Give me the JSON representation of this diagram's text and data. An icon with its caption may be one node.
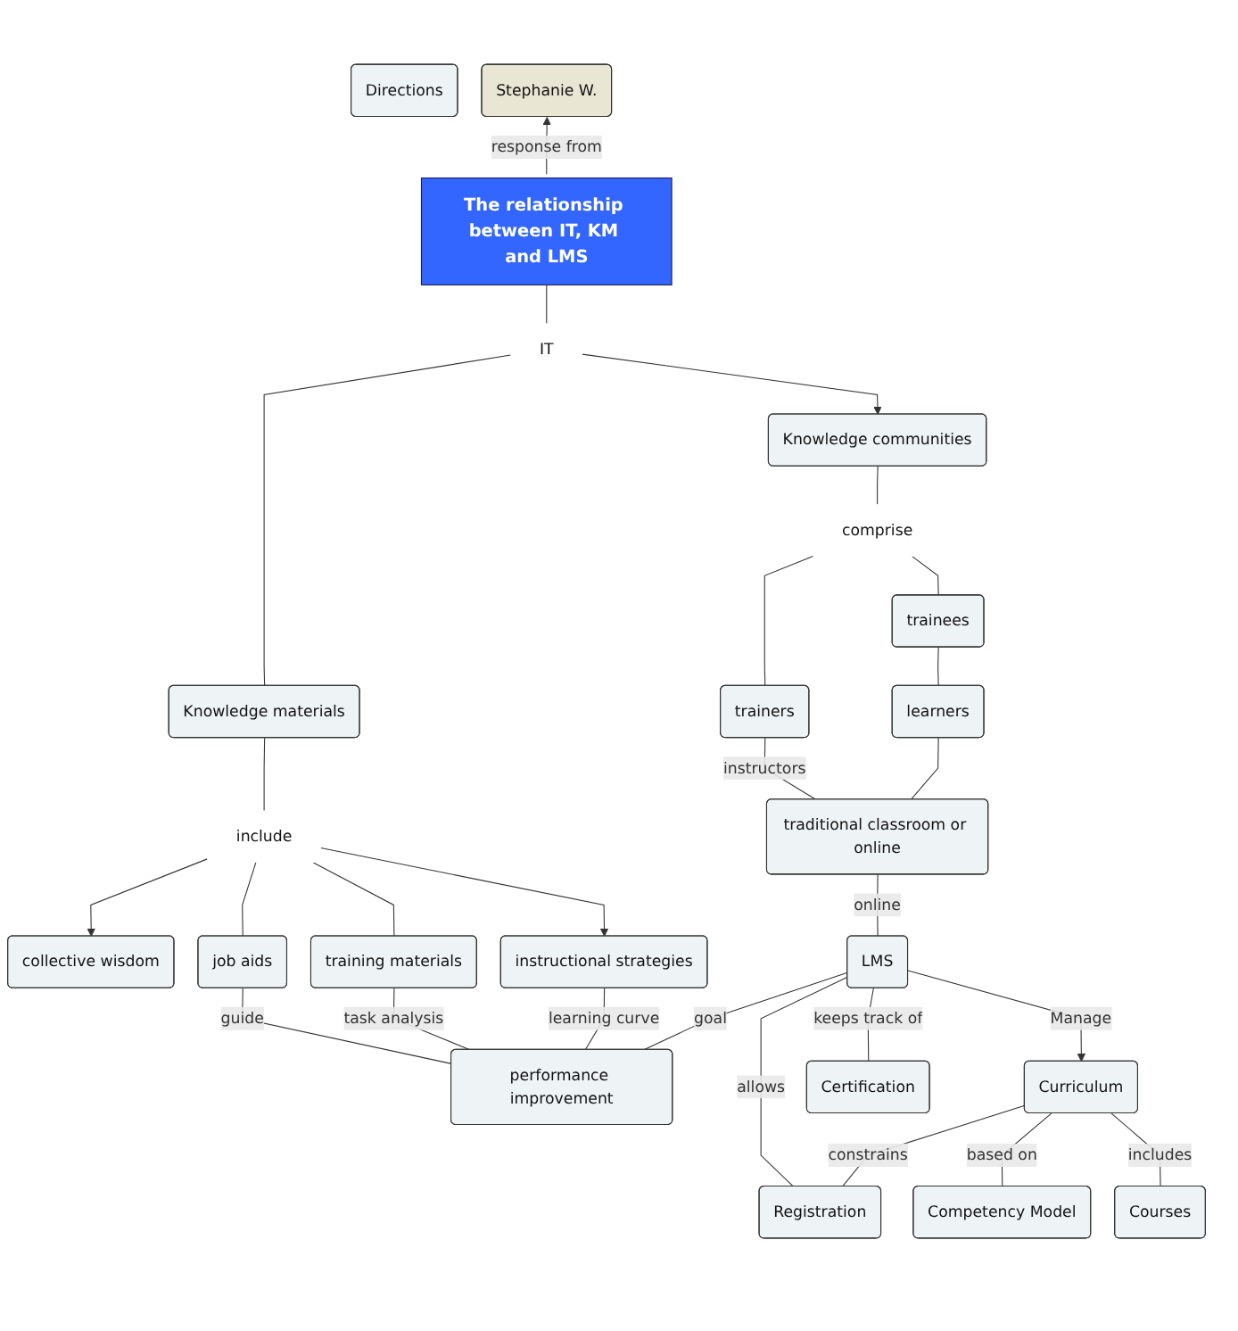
{
  "diagram": {
    "nodes": [
      {
        "text": [
          "Directions"
        ]
      },
      {
        "text": [
          "Stephanie W."
        ]
      },
      {
        "text": [
          "The relationship between IT, KM and LMS"
        ]
      },
      {
        "text": [
          "IT"
        ]
      },
      {
        "text": [
          "Knowledge communities"
        ]
      },
      {
        "text": [
          "Knowledge materials"
        ]
      },
      {
        "text": [
          "comprise"
        ]
      },
      {
        "text": [
          "include"
        ]
      },
      {
        "text": [
          "collective wisdom"
        ]
      },
      {
        "text": [
          "instructional strategies"
        ]
      },
      {
        "text": [
          "job aids"
        ]
      },
      {
        "text": [
          "training materials"
        ]
      },
      {
        "text": [
          "trainees"
        ]
      },
      {
        "text": [
          "trainers"
        ]
      },
      {
        "text": [
          "learners"
        ]
      },
      {
        "text": [
          "traditional classroom or online"
        ]
      },
      {
        "text": [
          "performance improvement"
        ]
      },
      {
        "text": [
          "LMS"
        ]
      },
      {
        "text": [
          "Curriculum"
        ]
      },
      {
        "text": [
          "Certification"
        ]
      },
      {
        "text": [
          "Registration"
        ]
      },
      {
        "text": [
          "Courses"
        ]
      },
      {
        "text": [
          "Competency Model"
        ]
      }
    ],
    "edges": [
      {
        "from": 2,
        "to": 1,
        "label": "response from",
        "arrow": "to"
      },
      {
        "from": 2,
        "to": 3,
        "arrow": "none"
      },
      {
        "from": 3,
        "to": 4,
        "arrow": "to"
      },
      {
        "from": 3,
        "to": 5,
        "arrow": "none"
      },
      {
        "from": 4,
        "to": 6,
        "arrow": "none"
      },
      {
        "from": 6,
        "to": 13,
        "arrow": "none"
      },
      {
        "from": 6,
        "to": 12,
        "arrow": "none"
      },
      {
        "from": 5,
        "to": 7,
        "arrow": "none"
      },
      {
        "from": 7,
        "to": 8,
        "arrow": "to"
      },
      {
        "from": 7,
        "to": 9,
        "arrow": "to"
      },
      {
        "from": 7,
        "to": 10,
        "arrow": "none"
      },
      {
        "from": 7,
        "to": 11,
        "arrow": "none"
      },
      {
        "from": 12,
        "to": 14,
        "arrow": "none"
      },
      {
        "from": 13,
        "to": 15,
        "label": "instructors",
        "arrow": "none"
      },
      {
        "from": 14,
        "to": 15,
        "arrow": "none"
      },
      {
        "from": 10,
        "to": 16,
        "label": "guide",
        "arrow": "none"
      },
      {
        "from": 11,
        "to": 16,
        "label": "task analysis",
        "arrow": "none"
      },
      {
        "from": 9,
        "to": 16,
        "label": "learning curve",
        "arrow": "none"
      },
      {
        "from": 15,
        "to": 17,
        "label": "online",
        "arrow": "none"
      },
      {
        "from": 17,
        "to": 16,
        "label": "goal",
        "arrow": "none"
      },
      {
        "from": 17,
        "to": 18,
        "label": "Manage",
        "arrow": "to"
      },
      {
        "from": 17,
        "to": 19,
        "label": "keeps track of",
        "arrow": "none"
      },
      {
        "from": 17,
        "to": 20,
        "label": "allows",
        "arrow": "none"
      },
      {
        "from": 18,
        "to": 20,
        "label": "constrains",
        "arrow": "none"
      },
      {
        "from": 18,
        "to": 22,
        "label": "based on",
        "arrow": "none"
      },
      {
        "from": 18,
        "to": 21,
        "label": "includes",
        "arrow": "none"
      }
    ]
  }
}
